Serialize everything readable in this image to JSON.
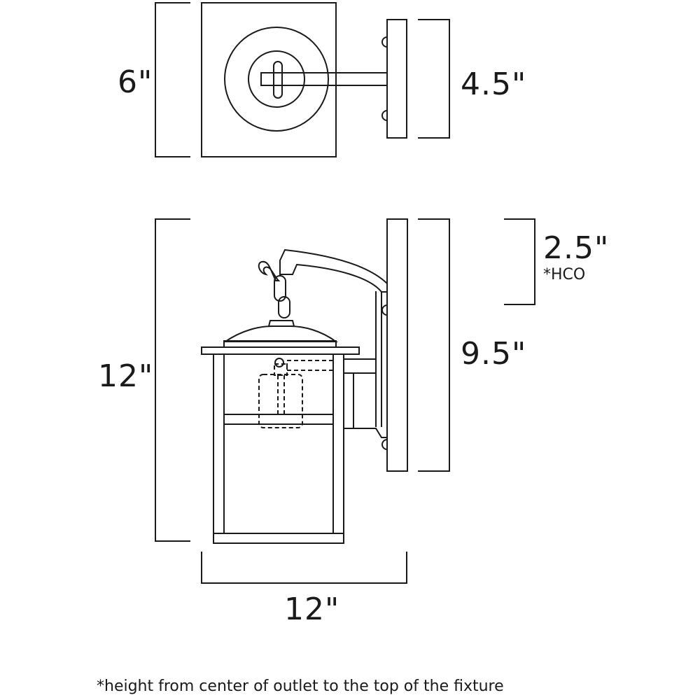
{
  "top_view": {
    "depth_label": "6\"",
    "backplate_width_label": "4.5\""
  },
  "side_view": {
    "height_label": "12\"",
    "hco_label": "2.5\"",
    "hco_note": "*HCO",
    "backplate_height_label": "9.5\"",
    "width_label": "12\""
  },
  "footnote": "*height from center of outlet to the top of the fixture",
  "colors": {
    "line": "#1a1a1a",
    "background": "#ffffff"
  }
}
